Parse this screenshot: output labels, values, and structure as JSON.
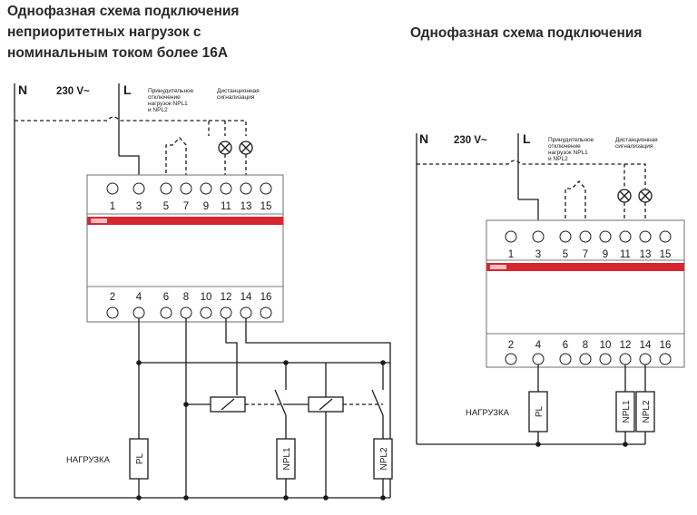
{
  "left": {
    "title_lines": [
      "Однофазная схема подключения",
      "неприоритетных нагрузок с",
      "номинальным током более 16А"
    ],
    "terminal_N": "N",
    "terminal_L": "L",
    "voltage": "230 V~",
    "note_forced": [
      "Принудительное",
      "отключение",
      "нагрузок NPL1",
      "и NPL2"
    ],
    "note_remote": [
      "Дистанционная",
      "сигнализация"
    ],
    "top_terminals": [
      "1",
      "3",
      "5",
      "7",
      "9",
      "11",
      "13",
      "15"
    ],
    "bottom_terminals": [
      "2",
      "4",
      "6",
      "8",
      "10",
      "12",
      "14",
      "16"
    ],
    "load_label": "НАГРУЗКА",
    "pl": "PL",
    "npl1": "NPL1",
    "npl2": "NPL2"
  },
  "right": {
    "title": "Однофазная схема подключения",
    "terminal_N": "N",
    "terminal_L": "L",
    "voltage": "230 V~",
    "note_forced": [
      "Принудительное",
      "отключение",
      "нагрузок NPL1",
      "и NPL2"
    ],
    "note_remote": [
      "Дистанционная",
      "сигнализация"
    ],
    "top_terminals": [
      "1",
      "3",
      "5",
      "7",
      "9",
      "11",
      "13",
      "15"
    ],
    "bottom_terminals": [
      "2",
      "4",
      "6",
      "8",
      "10",
      "12",
      "14",
      "16"
    ],
    "load_label": "НАГРУЗКА",
    "pl": "PL",
    "npl1": "NPL1",
    "npl2": "NPL2"
  },
  "colors": {
    "stripe": "#d7262f",
    "line": "#1a1a1a",
    "device": "#7a7a7a"
  }
}
